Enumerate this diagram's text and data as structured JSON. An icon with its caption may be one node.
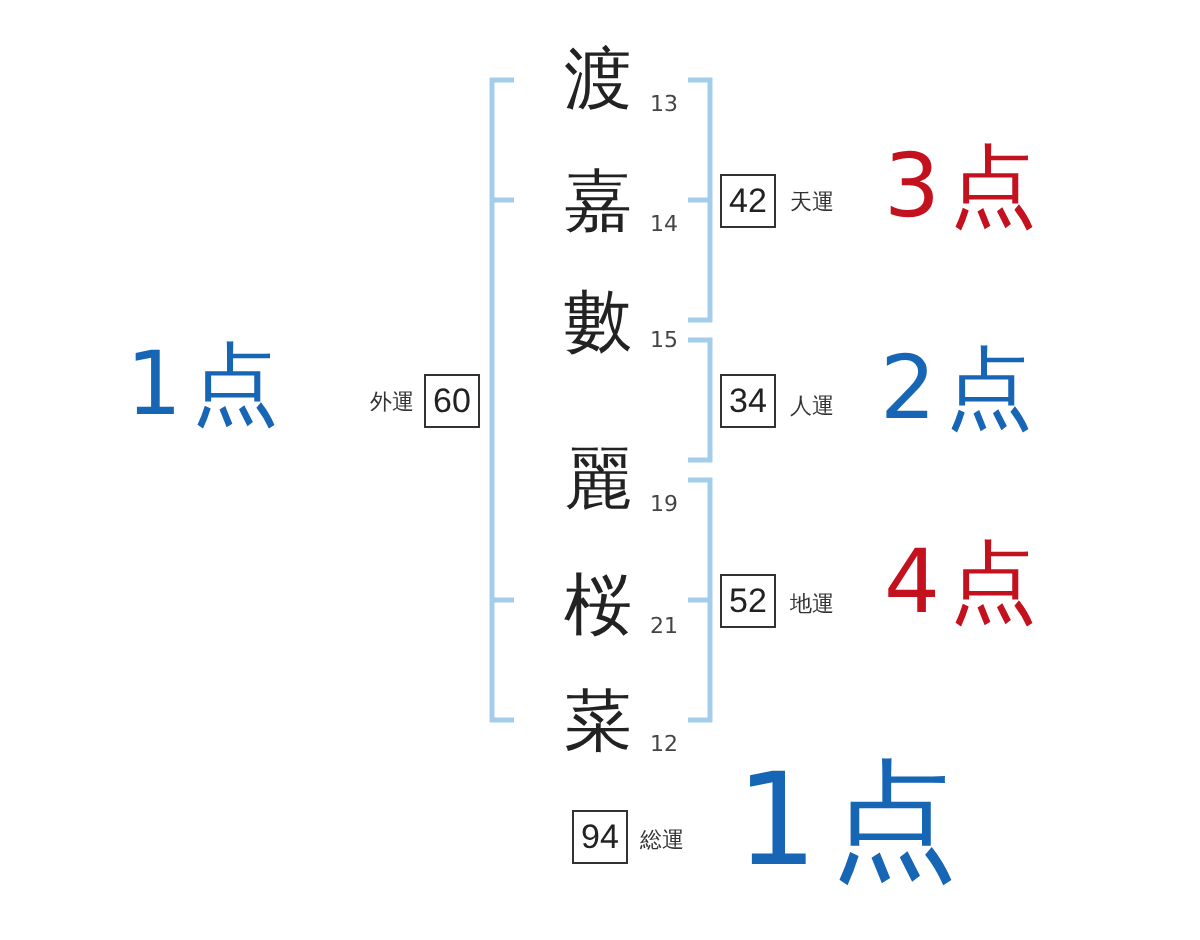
{
  "diagram": {
    "nodes": [
      {
        "text": [
          "42"
        ],
        "beside": [
          "天運",
          "3点"
        ]
      },
      {
        "text": [
          "60"
        ],
        "beside": [
          "外運",
          "1点"
        ]
      },
      {
        "text": [
          "34"
        ],
        "beside": [
          "人運",
          "2点"
        ]
      },
      {
        "text": [
          "52"
        ],
        "beside": [
          "地運",
          "4点"
        ]
      },
      {
        "text": [
          "94"
        ],
        "beside": [
          "総運",
          "1点"
        ]
      }
    ],
    "labels": [
      "渡",
      "13",
      "嘉",
      "14",
      "數",
      "15",
      "麗",
      "19",
      "桜",
      "21",
      "菜",
      "12"
    ]
  }
}
